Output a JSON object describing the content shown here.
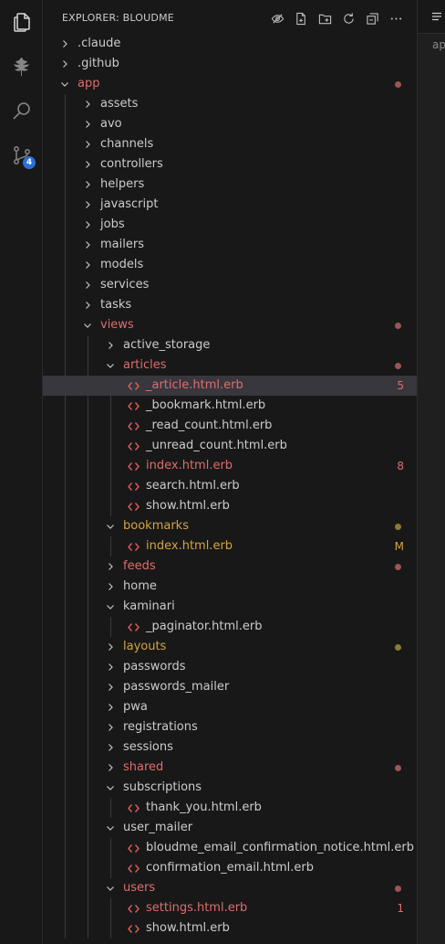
{
  "explorer": {
    "title": "EXPLORER: BLOUDME",
    "actions": [
      "eye-icon",
      "new-file-icon",
      "new-folder-icon",
      "refresh-icon",
      "collapse-all-icon",
      "more-icon"
    ]
  },
  "activity_bar": {
    "items": [
      "explorer-icon",
      "leaf-icon",
      "search-icon",
      "source-control-icon"
    ],
    "source_control_badge": "4"
  },
  "colors": {
    "modified_red": "#e06c6c",
    "modified_yellow": "#d3a43f",
    "dot_red": "#9c5454",
    "dot_yellow": "#8a7a33",
    "selected_bg": "#37373d"
  },
  "tree": [
    {
      "label": ".claude",
      "kind": "folder",
      "expanded": false,
      "depth": 0
    },
    {
      "label": ".github",
      "kind": "folder",
      "expanded": false,
      "depth": 0
    },
    {
      "label": "app",
      "kind": "folder",
      "expanded": true,
      "depth": 0,
      "status": "red",
      "dot": "red"
    },
    {
      "label": "assets",
      "kind": "folder",
      "expanded": false,
      "depth": 1
    },
    {
      "label": "avo",
      "kind": "folder",
      "expanded": false,
      "depth": 1
    },
    {
      "label": "channels",
      "kind": "folder",
      "expanded": false,
      "depth": 1
    },
    {
      "label": "controllers",
      "kind": "folder",
      "expanded": false,
      "depth": 1
    },
    {
      "label": "helpers",
      "kind": "folder",
      "expanded": false,
      "depth": 1
    },
    {
      "label": "javascript",
      "kind": "folder",
      "expanded": false,
      "depth": 1
    },
    {
      "label": "jobs",
      "kind": "folder",
      "expanded": false,
      "depth": 1
    },
    {
      "label": "mailers",
      "kind": "folder",
      "expanded": false,
      "depth": 1
    },
    {
      "label": "models",
      "kind": "folder",
      "expanded": false,
      "depth": 1
    },
    {
      "label": "services",
      "kind": "folder",
      "expanded": false,
      "depth": 1
    },
    {
      "label": "tasks",
      "kind": "folder",
      "expanded": false,
      "depth": 1
    },
    {
      "label": "views",
      "kind": "folder",
      "expanded": true,
      "depth": 1,
      "status": "red",
      "dot": "red"
    },
    {
      "label": "active_storage",
      "kind": "folder",
      "expanded": false,
      "depth": 2
    },
    {
      "label": "articles",
      "kind": "folder",
      "expanded": true,
      "depth": 2,
      "status": "red",
      "dot": "red"
    },
    {
      "label": "_article.html.erb",
      "kind": "file",
      "depth": 3,
      "status": "red",
      "decoration": "5",
      "selected": true
    },
    {
      "label": "_bookmark.html.erb",
      "kind": "file",
      "depth": 3
    },
    {
      "label": "_read_count.html.erb",
      "kind": "file",
      "depth": 3
    },
    {
      "label": "_unread_count.html.erb",
      "kind": "file",
      "depth": 3
    },
    {
      "label": "index.html.erb",
      "kind": "file",
      "depth": 3,
      "status": "red",
      "decoration": "8"
    },
    {
      "label": "search.html.erb",
      "kind": "file",
      "depth": 3
    },
    {
      "label": "show.html.erb",
      "kind": "file",
      "depth": 3
    },
    {
      "label": "bookmarks",
      "kind": "folder",
      "expanded": true,
      "depth": 2,
      "status": "yellow",
      "dot": "yellow"
    },
    {
      "label": "index.html.erb",
      "kind": "file",
      "depth": 3,
      "status": "yellow",
      "decoration": "M"
    },
    {
      "label": "feeds",
      "kind": "folder",
      "expanded": false,
      "depth": 2,
      "status": "red",
      "dot": "red"
    },
    {
      "label": "home",
      "kind": "folder",
      "expanded": false,
      "depth": 2
    },
    {
      "label": "kaminari",
      "kind": "folder",
      "expanded": true,
      "depth": 2
    },
    {
      "label": "_paginator.html.erb",
      "kind": "file",
      "depth": 3
    },
    {
      "label": "layouts",
      "kind": "folder",
      "expanded": false,
      "depth": 2,
      "status": "yellow",
      "dot": "yellow"
    },
    {
      "label": "passwords",
      "kind": "folder",
      "expanded": false,
      "depth": 2
    },
    {
      "label": "passwords_mailer",
      "kind": "folder",
      "expanded": false,
      "depth": 2
    },
    {
      "label": "pwa",
      "kind": "folder",
      "expanded": false,
      "depth": 2
    },
    {
      "label": "registrations",
      "kind": "folder",
      "expanded": false,
      "depth": 2
    },
    {
      "label": "sessions",
      "kind": "folder",
      "expanded": false,
      "depth": 2
    },
    {
      "label": "shared",
      "kind": "folder",
      "expanded": false,
      "depth": 2,
      "status": "red",
      "dot": "red"
    },
    {
      "label": "subscriptions",
      "kind": "folder",
      "expanded": true,
      "depth": 2
    },
    {
      "label": "thank_you.html.erb",
      "kind": "file",
      "depth": 3
    },
    {
      "label": "user_mailer",
      "kind": "folder",
      "expanded": true,
      "depth": 2
    },
    {
      "label": "bloudme_email_confirmation_notice.html.erb",
      "kind": "file",
      "depth": 3
    },
    {
      "label": "confirmation_email.html.erb",
      "kind": "file",
      "depth": 3
    },
    {
      "label": "users",
      "kind": "folder",
      "expanded": true,
      "depth": 2,
      "status": "red",
      "dot": "red"
    },
    {
      "label": "settings.html.erb",
      "kind": "file",
      "depth": 3,
      "status": "red",
      "decoration": "1"
    },
    {
      "label": "show.html.erb",
      "kind": "file",
      "depth": 3
    }
  ],
  "editor": {
    "breadcrumb": "ap"
  }
}
